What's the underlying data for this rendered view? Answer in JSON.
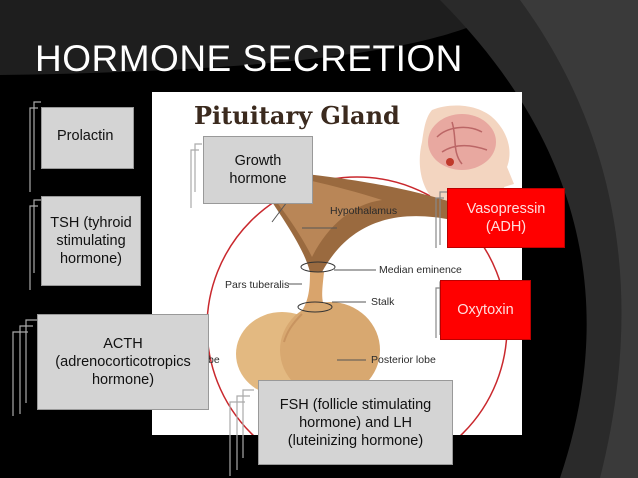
{
  "title": "HORMONE SECRETION",
  "diagram": {
    "title": "Pituitary Gland",
    "labels": {
      "hypothalamus": "Hypothalamus",
      "median_eminence": "Median eminence",
      "pars_tuberalis": "Pars tuberalis",
      "stalk": "Stalk",
      "posterior_lobe": "Posterior lobe",
      "anterior_lobe_fragment": "be"
    }
  },
  "hormones": {
    "prolactin": "Prolactin",
    "growth": "Growth\nhormone",
    "tsh": "TSH (tyhroid\nstimulating\nhormone)",
    "acth": "ACTH\n(adrenocorticotropics\nhormone)",
    "fsh_lh": "FSH (follicle stimulating\nhormone) and LH\n(luteinizing hormone)",
    "vasopressin": "Vasopressin\n(ADH)",
    "oxytoxin": "Oxytoxin"
  },
  "colors": {
    "background": "#000000",
    "gray_box": "#d4d4d4",
    "red_box": "#ff0000",
    "gland": "#e3b981",
    "hypothalamus": "#b07a4a"
  }
}
